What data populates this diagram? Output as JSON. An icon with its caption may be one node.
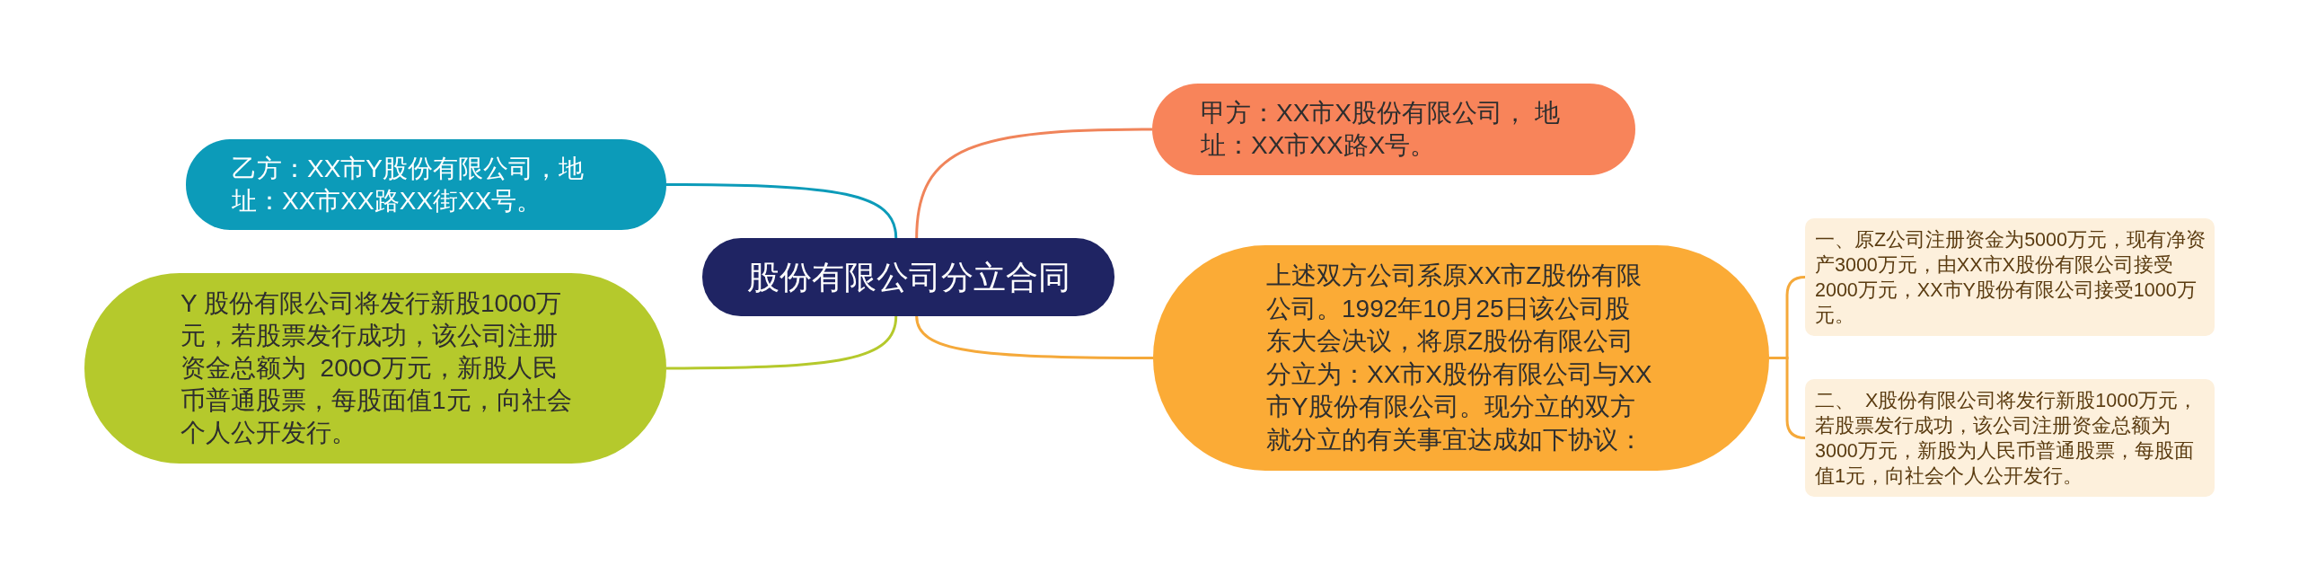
{
  "diagram": {
    "nodes": [
      {
        "text": [
          "股份有限公司分立合同"
        ]
      },
      {
        "text": [
          "甲方：XX市X股份有限公司， 地址：XX市XX路X号。"
        ]
      },
      {
        "text": [
          "乙方：XX市Y股份有限公司，地址：XX市XX路XX街XX号。"
        ]
      },
      {
        "text": [
          "Y 股份有限公司将发行新股1000万元，若股票发行成功，该公司注册资金总额为  200O万元，新股人民币普通股票，每股面值1元，向社会个人公开发行。"
        ]
      },
      {
        "text": [
          "上述双方公司系原XX市Z股份有限公司。1992年10月25日该公司股东大会决议，将原Z股份有限公司分立为：XX市X股份有限公司与XX市Y股份有限公司。现分立的双方就分立的有关事宜达成如下协议："
        ]
      },
      {
        "text": [
          "一、原Z公司注册资金为5000万元，现有净资产3000万元，由XX市X股份有限公司接受2000万元，XX市Y股份有限公司接受1000万元。"
        ]
      },
      {
        "text": [
          "二、  X股份有限公司将发行新股1000万元，若股票发行成功，该公司注册资金总额为3000万元，新股为人民币普通股票，每股面值1元，向社会个人公开发行。"
        ]
      }
    ],
    "edges": [
      {
        "from": 0,
        "to": 1,
        "arrow": "none",
        "color": "#f0845a"
      },
      {
        "from": 0,
        "to": 2,
        "arrow": "none",
        "color": "#0c9bb9"
      },
      {
        "from": 0,
        "to": 3,
        "arrow": "none",
        "color": "#b5c92c"
      },
      {
        "from": 0,
        "to": 4,
        "arrow": "none"
      },
      {
        "from": 4,
        "to": 5,
        "arrow": "none"
      },
      {
        "from": 4,
        "to": 6,
        "arrow": "none"
      }
    ]
  }
}
